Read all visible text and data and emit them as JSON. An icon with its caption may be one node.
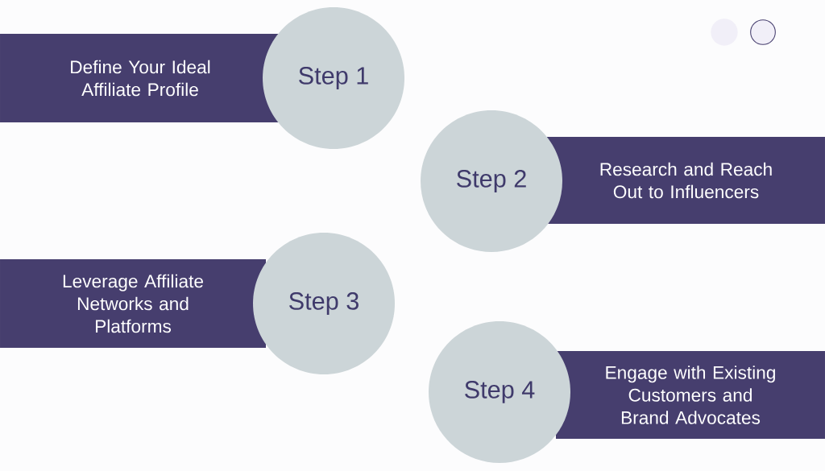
{
  "diagram": {
    "nodes": [
      {
        "text": [
          "Define Your Ideal Affiliate Profile"
        ]
      },
      {
        "text": [
          "Step 1"
        ]
      },
      {
        "text": [
          "Step 2"
        ]
      },
      {
        "text": [
          "Research and Reach Out to Influencers"
        ]
      },
      {
        "text": [
          "Leverage Affiliate Networks and Platforms"
        ]
      },
      {
        "text": [
          "Step 3"
        ]
      },
      {
        "text": [
          "Step 4"
        ]
      },
      {
        "text": [
          "Engage with Existing Customers and Brand Advocates"
        ]
      }
    ]
  }
}
